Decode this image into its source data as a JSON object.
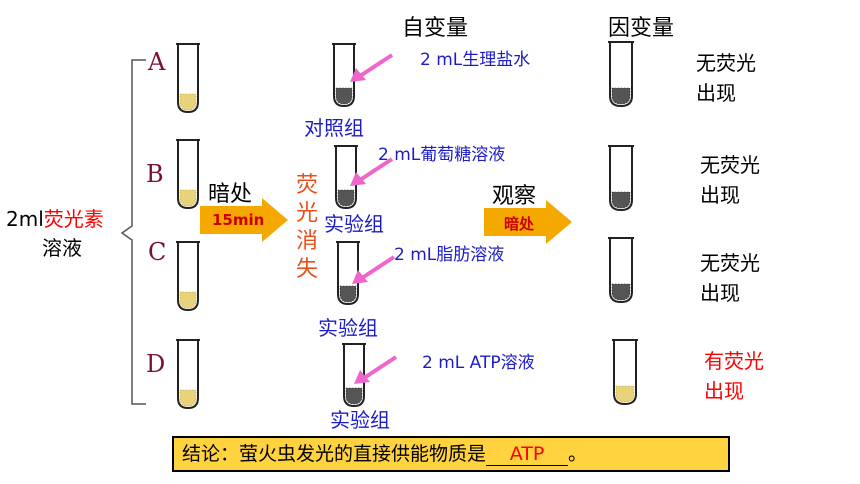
{
  "header": {
    "independent_var": "自变量",
    "dependent_var": "因变量"
  },
  "reagent": {
    "prefix": "2ml",
    "name": "荧光素",
    "suffix": "溶液"
  },
  "groups": [
    {
      "letter": "A",
      "added": "2 mL生理盐水",
      "group_label": "对照组",
      "result_line1": "无荧光",
      "result_line2": "出现",
      "result_positive": false
    },
    {
      "letter": "B",
      "added": "2 mL葡萄糖溶液",
      "group_label": "实验组",
      "result_line1": "无荧光",
      "result_line2": "出现",
      "result_positive": false
    },
    {
      "letter": "C",
      "added": "2 mL脂肪溶液",
      "group_label": "实验组",
      "result_line1": "无荧光",
      "result_line2": "出现",
      "result_positive": false
    },
    {
      "letter": "D",
      "added": "2 mL ATP溶液",
      "group_label": "实验组",
      "result_line1": "有荧光",
      "result_line2": "出现",
      "result_positive": true
    }
  ],
  "step1": {
    "label": "暗处",
    "arrow_text": "15min"
  },
  "fluorescence_gone": [
    "荧",
    "光",
    "消",
    "失"
  ],
  "step2": {
    "label": "观察",
    "arrow_text": "暗处"
  },
  "conclusion": {
    "prefix": "结论：萤火虫发光的直接供能物质是",
    "answer": "ATP",
    "suffix": "。"
  },
  "colors": {
    "arrow_fill": "#f5a800",
    "pink_arrow": "#ee66cc",
    "conclusion_bg": "#ffd23f",
    "blue_text": "#1c1cc8",
    "red_text": "#ff0000"
  }
}
